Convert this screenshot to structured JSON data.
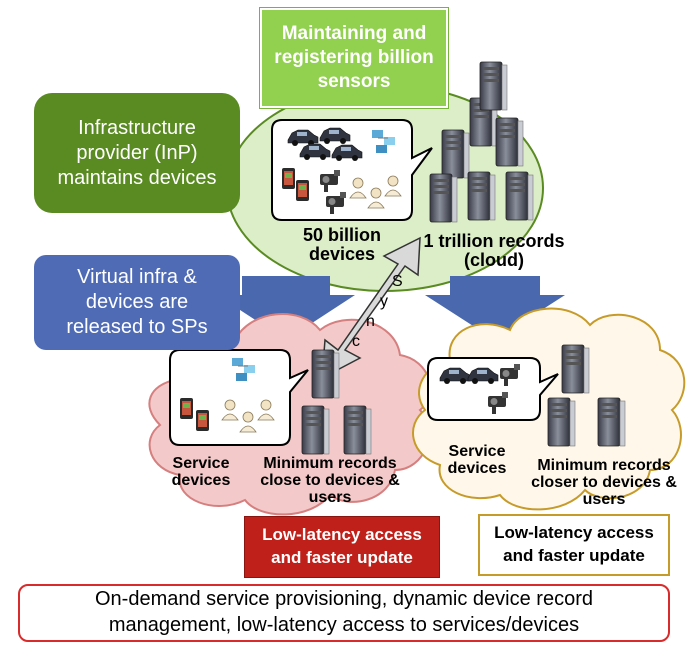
{
  "top_box": {
    "text": "Maintaining and registering billion sensors"
  },
  "inp_box": {
    "text": "Infrastructure provider (InP) maintains devices"
  },
  "virtual_box": {
    "text": "Virtual infra & devices are released to SPs"
  },
  "cloud_labels": {
    "devices": "50 billion devices",
    "records": "1 trillion records (cloud)"
  },
  "sync_label": {
    "letters": [
      "S",
      "y",
      "n",
      "c"
    ]
  },
  "left_cloud": {
    "service": "Service devices",
    "records": "Minimum records close to devices & users"
  },
  "right_cloud": {
    "service": "Service devices",
    "records": "Minimum records closer to devices & users"
  },
  "left_access": {
    "text": "Low-latency access and faster update"
  },
  "right_access": {
    "text": "Low-latency access and faster update"
  },
  "bottom_box": {
    "text": "On-demand service provisioning, dynamic  device record management, low-latency access to services/devices"
  },
  "colors": {
    "green_box": "#92d050",
    "inp_box": "#5a8a22",
    "blue_box": "#4f6bb5",
    "blue_arrow": "#4a68ad",
    "cloud_green": "#dbeec7",
    "cloud_pink": "#f4c9c9",
    "cloud_yellow": "#fff8ea",
    "red_box": "#c0201a",
    "gold": "#c79b2a",
    "red_border": "#d92b2b"
  },
  "icons": [
    "server-icon",
    "car-icon",
    "camera-icon",
    "phone-icon",
    "person-icon",
    "network-icon",
    "sync-arrow-icon"
  ]
}
